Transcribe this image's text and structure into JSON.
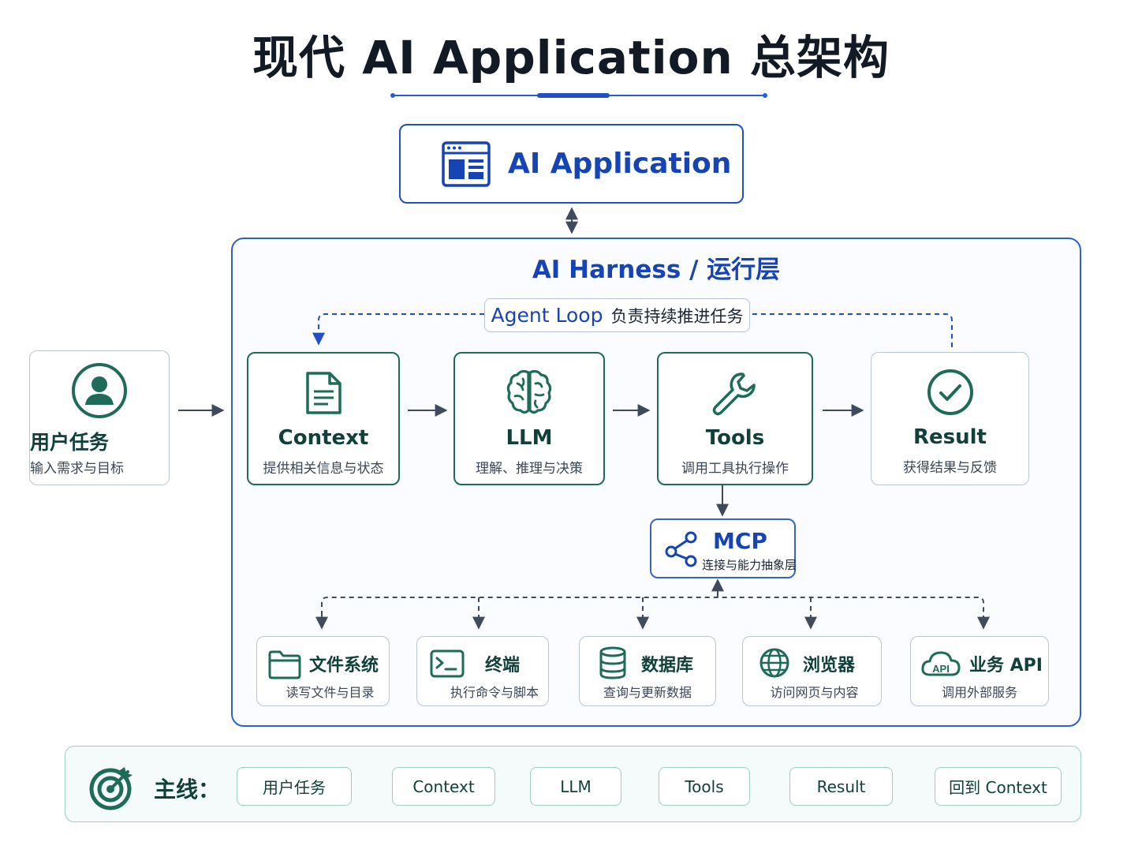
{
  "title": "现代 AI Application 总架构",
  "app": {
    "title": "AI Application",
    "icon": "app-window-icon"
  },
  "harness": {
    "title": "AI Harness / 运行层",
    "loop_label_en": "Agent Loop",
    "loop_label_zh": "负责持续推进任务"
  },
  "user_task": {
    "title": "用户任务",
    "subtitle": "输入需求与目标",
    "icon": "user-icon"
  },
  "nodes": [
    {
      "title": "Context",
      "subtitle": "提供相关信息与状态",
      "icon": "document-icon"
    },
    {
      "title": "LLM",
      "subtitle": "理解、推理与决策",
      "icon": "brain-icon"
    },
    {
      "title": "Tools",
      "subtitle": "调用工具执行操作",
      "icon": "wrench-icon"
    },
    {
      "title": "Result",
      "subtitle": "获得结果与反馈",
      "icon": "check-circle-icon"
    }
  ],
  "mcp": {
    "title": "MCP",
    "subtitle": "连接与能力抽象层",
    "icon": "share-icon"
  },
  "tools": [
    {
      "title": "文件系统",
      "subtitle": "读写文件与目录",
      "icon": "folder-icon"
    },
    {
      "title": "终端",
      "subtitle": "执行命令与脚本",
      "icon": "terminal-icon"
    },
    {
      "title": "数据库",
      "subtitle": "查询与更新数据",
      "icon": "database-icon"
    },
    {
      "title": "浏览器",
      "subtitle": "访问网页与内容",
      "icon": "globe-icon"
    },
    {
      "title": "业务 API",
      "subtitle": "调用外部服务",
      "icon": "cloud-api-icon",
      "icon_text": "API"
    }
  ],
  "mainline": {
    "label": "主线：",
    "icon": "target-icon",
    "steps": [
      "用户任务",
      "Context",
      "LLM",
      "Tools",
      "Result",
      "回到 Context"
    ]
  },
  "colors": {
    "blue": "#1744b5",
    "green": "#1d6b58",
    "arrow": "#3f4a5c"
  }
}
